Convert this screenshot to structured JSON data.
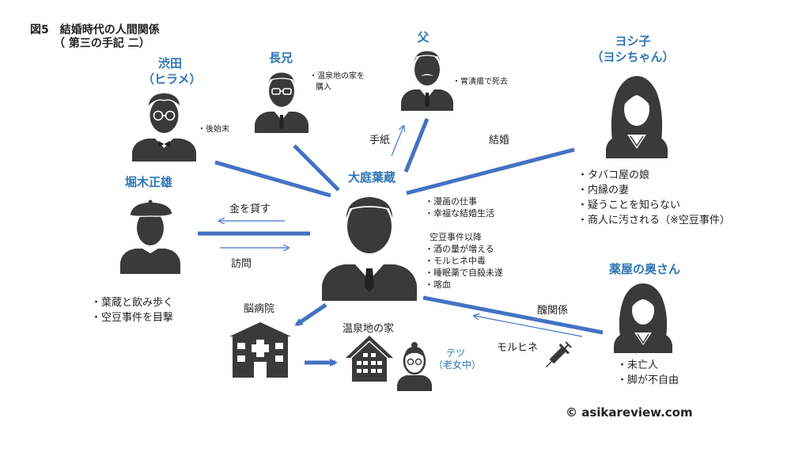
{
  "title": {
    "line1": "図5　結婚時代の人間関係",
    "line2": "（ 第三の手記 二）"
  },
  "center": {
    "name": "大庭葉蔵",
    "notes1": [
      "漫画の仕事",
      "幸福な結婚生活"
    ],
    "after_heading": "空豆事件以降",
    "notes2": [
      "酒の量が増える",
      "モルヒネ中毒",
      "睡眠薬で自殺未遂",
      "喀血"
    ]
  },
  "people": {
    "shibuta": {
      "name1": "渋田",
      "name2": "（ヒラメ）",
      "notes": [
        "後始末"
      ]
    },
    "brother": {
      "name": "長兄",
      "notes": [
        "温泉地の家を",
        "購入"
      ],
      "note_prefix": "・"
    },
    "father": {
      "name": "父",
      "notes": [
        "胃潰瘍で死去"
      ]
    },
    "yoshiko": {
      "name1": "ヨシ子",
      "name2": "（ヨシちゃん）",
      "notes": [
        "タバコ屋の娘",
        "内縁の妻",
        "疑うことを知らない",
        "商人に汚される（※空豆事件）"
      ]
    },
    "horiki": {
      "name": "堀木正雄",
      "notes": [
        "葉蔵と飲み歩く",
        "空豆事件を目撃"
      ]
    },
    "pharmacy": {
      "name": "薬屋の奥さん",
      "notes": [
        "未亡人",
        "脚が不自由"
      ]
    },
    "tetsu": {
      "name1": "テツ",
      "name2": "（老女中）"
    }
  },
  "labels": {
    "letter": "手紙",
    "marriage": "結婚",
    "lend": "金を貸す",
    "visit": "訪問",
    "ugly": "醜関係",
    "morphine": "モルヒネ",
    "hospital": "脳病院",
    "hotspring": "温泉地の家"
  },
  "icons": {
    "person": "person-icon",
    "hospital": "hospital-icon",
    "house": "house-icon",
    "syringe": "syringe-icon"
  },
  "colors": {
    "line": "#4472c4",
    "name": "#2e75b6",
    "icon": "#3a3a3a"
  },
  "copyright": "© asikareview.com"
}
